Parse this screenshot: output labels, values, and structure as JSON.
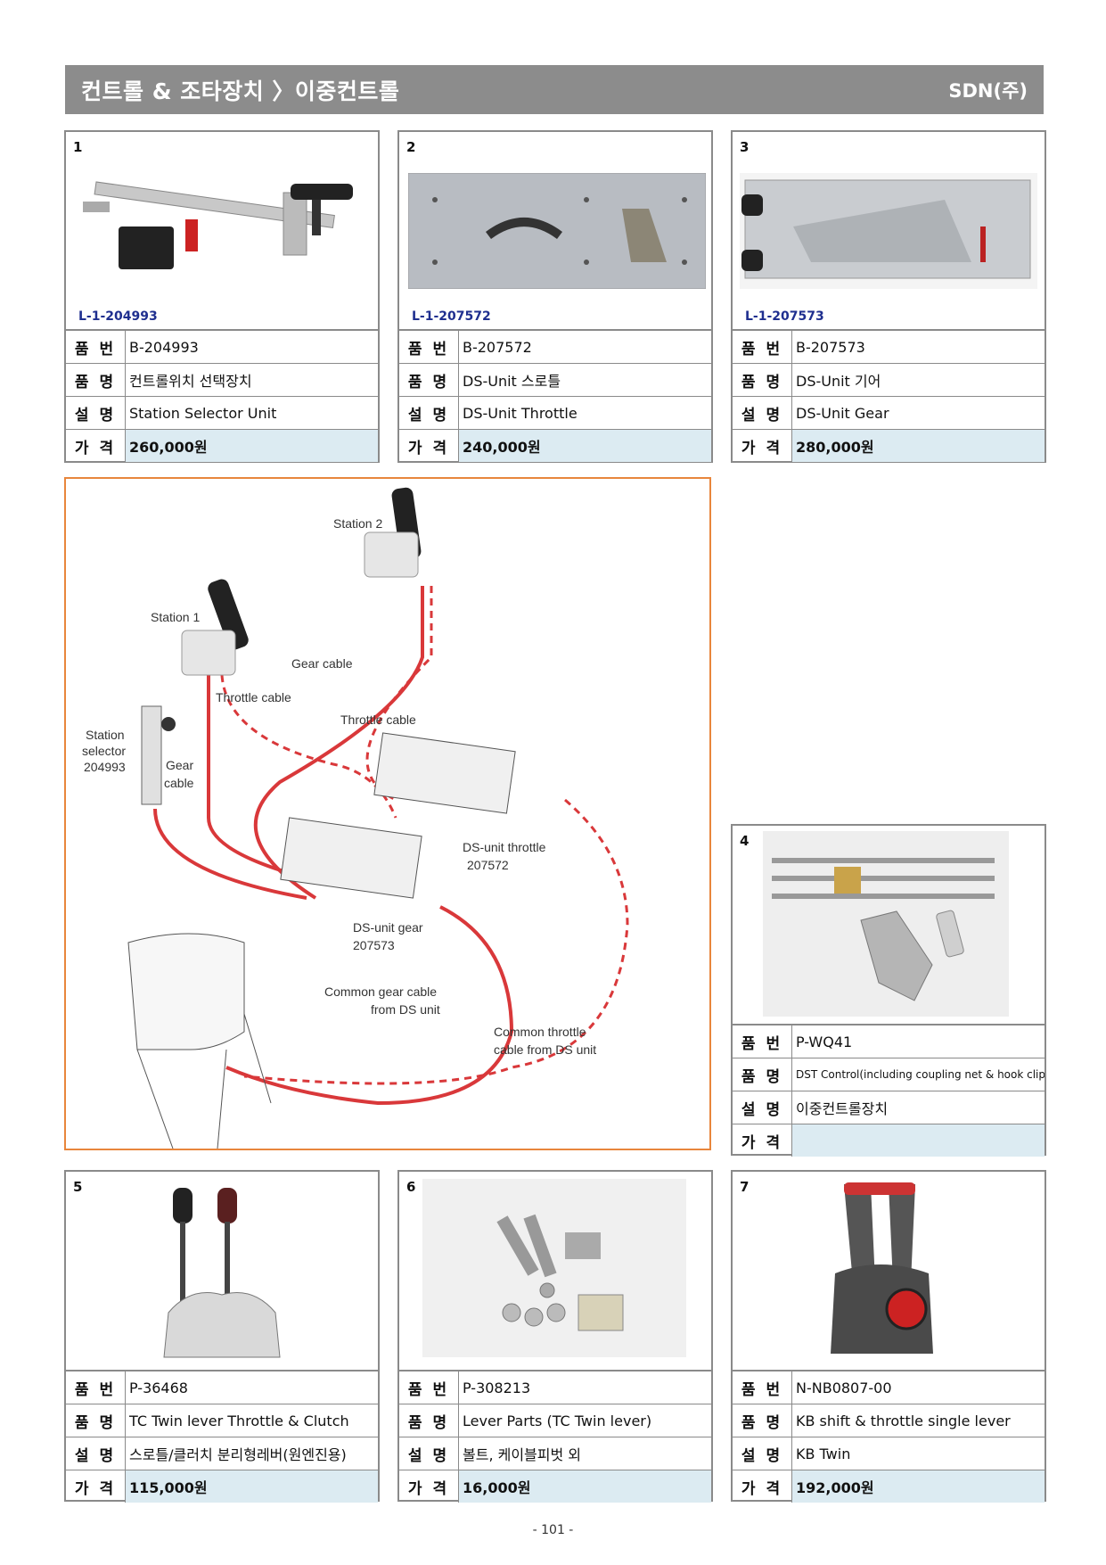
{
  "header": {
    "title": "컨트롤 & 조타장치 〉이중컨트롤",
    "company": "SDN(주)"
  },
  "labels": {
    "part_no": "품 번",
    "name": "품 명",
    "desc": "설 명",
    "price": "가 격"
  },
  "products": [
    {
      "num": "1",
      "code": "L-1-204993",
      "part_no": "B-204993",
      "name": "컨트롤위치 선택장치",
      "desc": "Station Selector Unit",
      "price": "260,000원"
    },
    {
      "num": "2",
      "code": "L-1-207572",
      "part_no": "B-207572",
      "name": "DS-Unit 스로틀",
      "desc": "DS-Unit Throttle",
      "price": "240,000원"
    },
    {
      "num": "3",
      "code": "L-1-207573",
      "part_no": "B-207573",
      "name": "DS-Unit 기어",
      "desc": "DS-Unit Gear",
      "price": "280,000원"
    },
    {
      "num": "4",
      "part_no": "P-WQ41",
      "name": "DST Control(including coupling net & hook clip)",
      "desc": "이중컨트롤장치",
      "price": ""
    },
    {
      "num": "5",
      "part_no": "P-36468",
      "name": "TC Twin lever Throttle & Clutch",
      "desc": "스로틀/클러치 분리형레버(원엔진용)",
      "price": "115,000원"
    },
    {
      "num": "6",
      "part_no": "P-308213",
      "name": "Lever Parts (TC Twin lever)",
      "desc": "볼트, 케이블피벗 외",
      "price": "16,000원"
    },
    {
      "num": "7",
      "part_no": "N-NB0807-00",
      "name": "KB shift & throttle single lever",
      "desc": "KB Twin",
      "price": "192,000원"
    }
  ],
  "diagram": {
    "station1": "Station 1",
    "station2": "Station 2",
    "gear_cable": "Gear cable",
    "throttle_cable_1": "Throttle cable",
    "throttle_cable_2": "Throttle cable",
    "station_selector_1": "Station",
    "station_selector_2": "selector",
    "station_selector_3": "204993",
    "gear_cable_left_1": "Gear",
    "gear_cable_left_2": "cable",
    "ds_throttle_1": "DS-unit throttle",
    "ds_throttle_2": "207572",
    "ds_gear_1": "DS-unit gear",
    "ds_gear_2": "207573",
    "common_gear_1": "Common gear cable",
    "common_gear_2": "from DS unit",
    "common_throttle_1": "Common throttle",
    "common_throttle_2": "cable from DS unit"
  },
  "footer": {
    "page": "- 101 -"
  },
  "colors": {
    "header_bg": "#8c8c8c",
    "price_bg": "#dcebf2",
    "diagram_border": "#e8863c",
    "code_color": "#1f2f8f",
    "cable_red": "#d9383a"
  }
}
